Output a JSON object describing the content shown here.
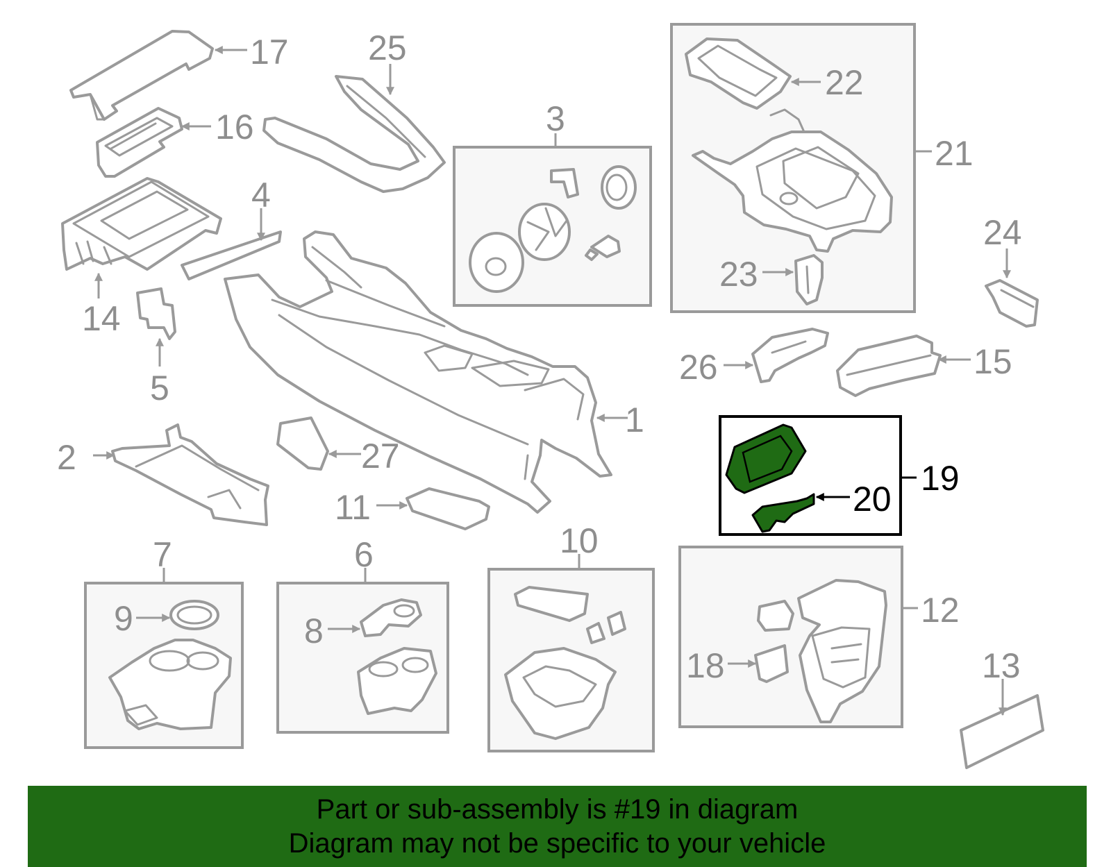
{
  "diagram": {
    "highlight_color": "#1f6b14",
    "labels": [
      "1",
      "2",
      "3",
      "4",
      "5",
      "6",
      "7",
      "8",
      "9",
      "10",
      "11",
      "12",
      "13",
      "14",
      "15",
      "16",
      "17",
      "18",
      "19",
      "20",
      "21",
      "22",
      "23",
      "24",
      "25",
      "26",
      "27"
    ],
    "highlighted_part": "19"
  },
  "banner": {
    "line1": "Part or sub-assembly is #19 in diagram",
    "line2": "Diagram may not be specific to your vehicle",
    "background": "#1f6b14"
  }
}
